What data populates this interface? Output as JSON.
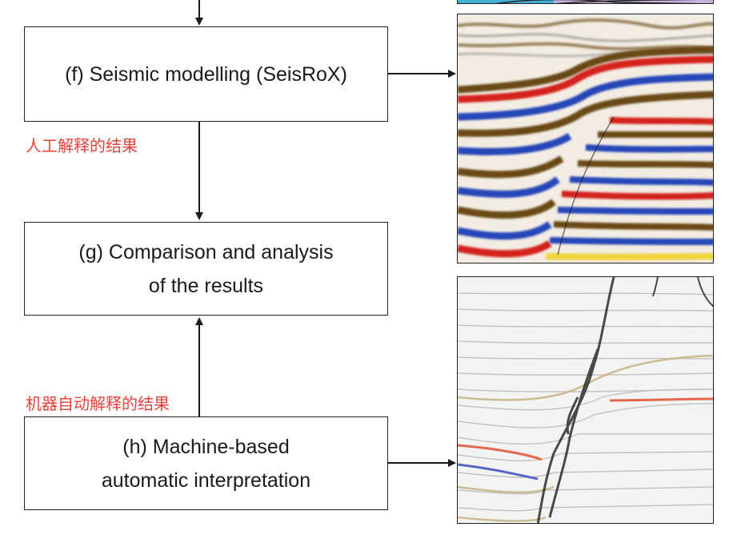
{
  "boxes": {
    "f": {
      "line1": "(f) Seismic modelling (SeisRoX)"
    },
    "g": {
      "line1": "(g) Comparison and analysis",
      "line2": "of the results"
    },
    "h": {
      "line1": "(h) Machine-based",
      "line2": "automatic interpretation"
    }
  },
  "notes": {
    "manual": "人工解释的结果",
    "machine": "机器自动解释的结果"
  },
  "panels": {
    "seismic_modelled": {
      "palette": [
        "#d4221c",
        "#2746b8",
        "#6b4a14",
        "#f2d43a",
        "#ffffff"
      ]
    },
    "seismic_machine": {
      "palette": [
        "#e5674e",
        "#5566c8",
        "#1f1f1f",
        "#c9b58a",
        "#f3f3f1"
      ]
    }
  },
  "colors": {
    "note": "#e8413a",
    "line": "#1a1a1a"
  }
}
